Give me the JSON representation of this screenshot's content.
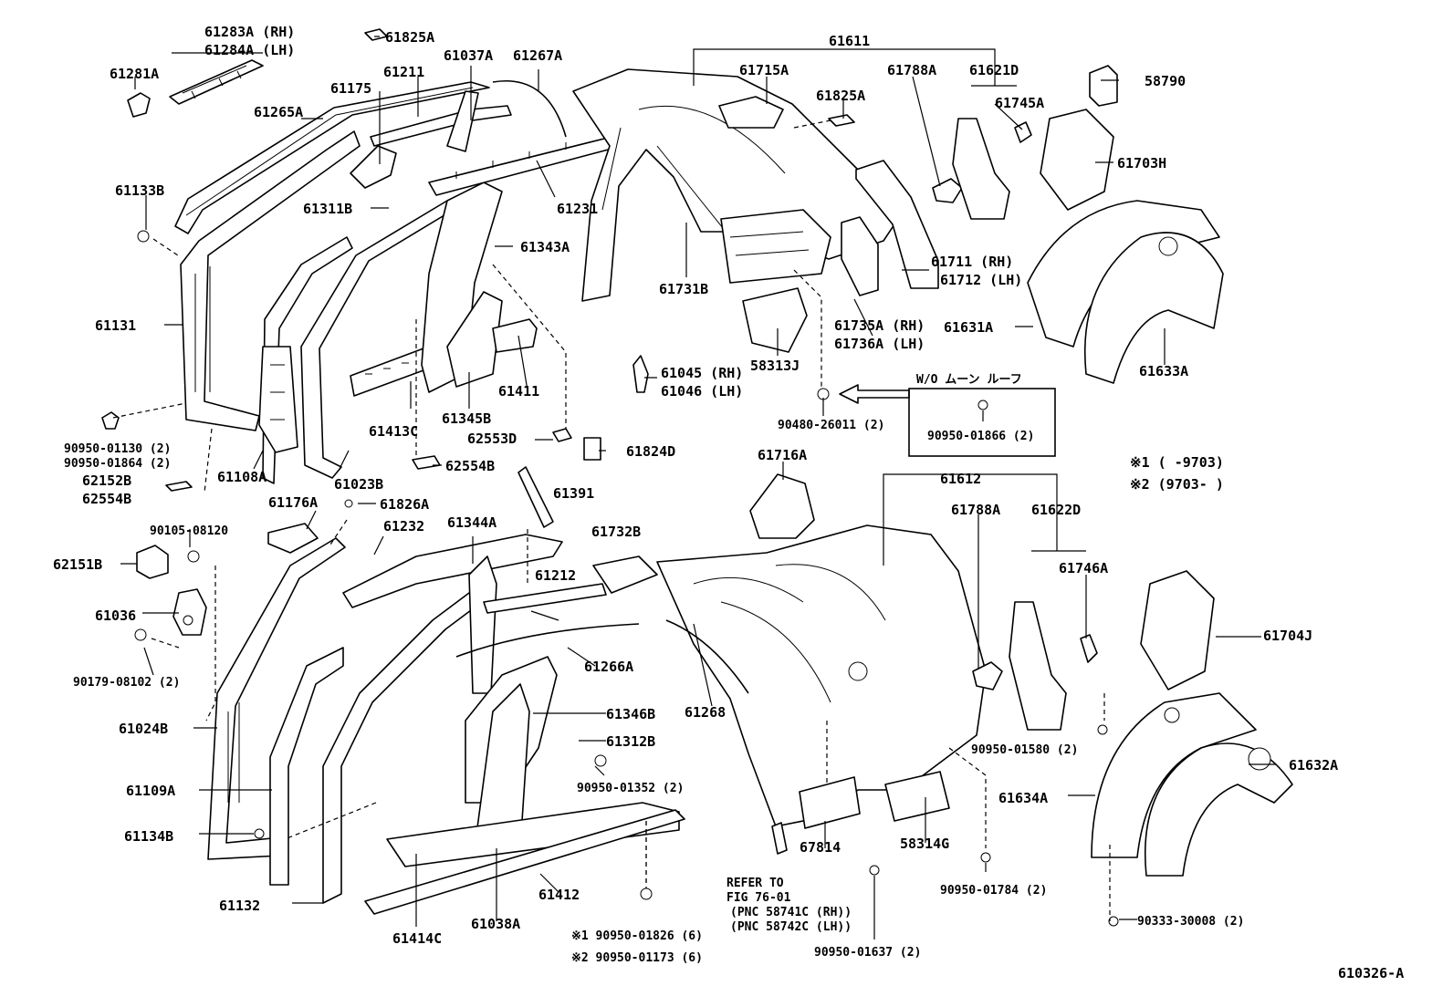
{
  "diagram_code": "610326-A",
  "notes": {
    "note1": "※1 (      -9703)",
    "note2": "※2 (9703-      )"
  },
  "inset": {
    "title": "W/O ムーン ルーフ",
    "part": "90950-01866 (2)"
  },
  "labels": {
    "p61283A": "61283A (RH)",
    "p61284A": "61284A (LH)",
    "p61825A_top": "61825A",
    "p61281A": "61281A",
    "p61211": "61211",
    "p61037A": "61037A",
    "p61267A": "61267A",
    "p61175": "61175",
    "p61265A": "61265A",
    "p61611": "61611",
    "p61715A": "61715A",
    "p61788A_top": "61788A",
    "p61621D": "61621D",
    "p58790": "58790",
    "p61825A_mid": "61825A",
    "p61745A": "61745A",
    "p61703H": "61703H",
    "p61133B": "61133B",
    "p61311B": "61311B",
    "p61231": "61231",
    "p61343A": "61343A",
    "p61131": "61131",
    "p61731B": "61731B",
    "p61711": "61711 (RH)",
    "p61712": "61712 (LH)",
    "p61631A": "61631A",
    "p61735A": "61735A (RH)",
    "p61736A": "61736A (LH)",
    "p61633A": "61633A",
    "p58313J": "58313J",
    "p61411": "61411",
    "p61045": "61045 (RH)",
    "p61046": "61046 (LH)",
    "p61413C": "61413C",
    "p61345B": "61345B",
    "p90480": "90480-26011 (2)",
    "p90950_01130": "90950-01130 (2)",
    "p90950_01864": "90950-01864 (2)",
    "p62553D": "62553D",
    "p61824D": "61824D",
    "p61108A": "61108A",
    "p61023B": "61023B",
    "p62554B_mid": "62554B",
    "p62152B": "62152B",
    "p62554B_left": "62554B",
    "p61716A": "61716A",
    "p61391": "61391",
    "p61612": "61612",
    "p61176A": "61176A",
    "p61826A": "61826A",
    "p61788A_bot": "61788A",
    "p61622D": "61622D",
    "p90105": "90105-08120",
    "p61232": "61232",
    "p61344A": "61344A",
    "p61732B": "61732B",
    "p62151B": "62151B",
    "p61212": "61212",
    "p61746A": "61746A",
    "p61036": "61036",
    "p61266A": "61266A",
    "p61704J": "61704J",
    "p90179": "90179-08102 (2)",
    "p61268": "61268",
    "p61346B": "61346B",
    "p61024B": "61024B",
    "p61312B": "61312B",
    "p90950_01580": "90950-01580 (2)",
    "p61632A": "61632A",
    "p61109A": "61109A",
    "p90950_01352": "90950-01352 (2)",
    "p61634A": "61634A",
    "p61134B": "61134B",
    "p67814": "67814",
    "p58314G": "58314G",
    "p61412": "61412",
    "p90950_01784": "90950-01784 (2)",
    "p61132": "61132",
    "p61038A": "61038A",
    "p61414C": "61414C",
    "p90333": "90333-30008 (2)",
    "refer1": "REFER TO",
    "refer2": "FIG 76-01",
    "refer3": "(PNC 58741C (RH))",
    "refer4": "(PNC 58742C (LH))",
    "p90950_01826": "※1  90950-01826 (6)",
    "p90950_01173": "※2  90950-01173 (6)",
    "p90950_01637": "90950-01637 (2)"
  }
}
